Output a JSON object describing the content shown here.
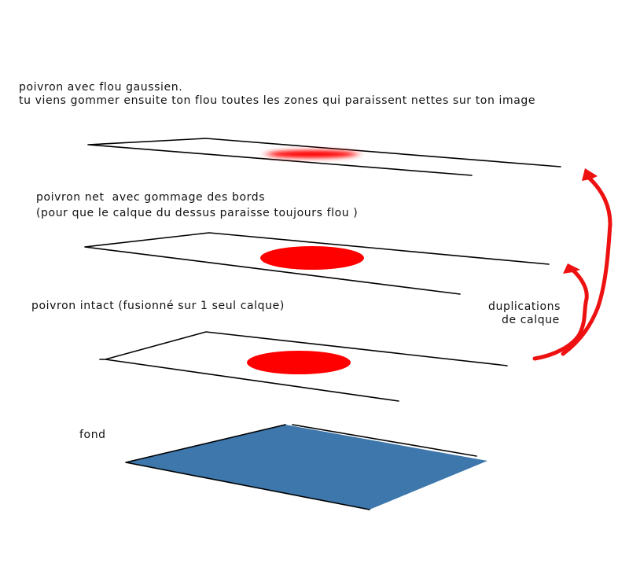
{
  "labels": {
    "top_layer": "poivron avec flou gaussien.",
    "top_layer_note": "tu viens gommer ensuite ton flou toutes les zones qui paraissent nettes sur ton image",
    "middle_layer": "poivron net  avec gommage des bords",
    "middle_layer_note": "(pour que le calque du dessus paraisse toujours flou )",
    "intact_layer": "poivron intact (fusionné sur 1 seul calque)",
    "duplication_1": "duplications",
    "duplication_2": "de calque",
    "background_layer": "fond"
  },
  "colors": {
    "pepper": "#ff0000",
    "background_fill": "#3d77ac",
    "outline": "#000000",
    "arrow": "#ee1111"
  }
}
